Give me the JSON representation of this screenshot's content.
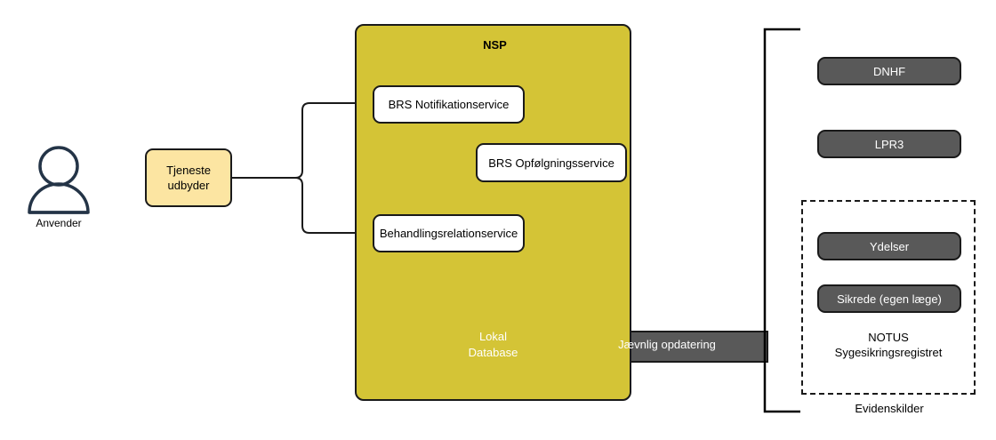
{
  "diagram": {
    "actor": {
      "icon": "person-icon",
      "label": "Anvender"
    },
    "service_provider": {
      "label_line1": "Tjeneste",
      "label_line2": "udbyder"
    },
    "nsp": {
      "title": "NSP",
      "services": [
        {
          "id": "notifikation",
          "label": "BRS Notifikationservice"
        },
        {
          "id": "opfoelgning",
          "label": "BRS Opfølgningsservice",
          "icon": "clock-icon"
        },
        {
          "id": "behandlingsrelation",
          "label": "Behandlingsrelationservice"
        }
      ],
      "database": {
        "icon": "database-cylinder-icon",
        "label_line1": "Lokal",
        "label_line2": "Database"
      }
    },
    "update_arrow": {
      "label": "Jævnlig opdatering",
      "direction": "left"
    },
    "evidence": {
      "bracket_label": "Evidenskilder",
      "top_sources": [
        {
          "id": "dnhf",
          "label": "DNHF"
        },
        {
          "id": "lpr3",
          "label": "LPR3"
        }
      ],
      "notus_group": {
        "label_line1": "NOTUS",
        "label_line2": "Sygesikringsregistret",
        "items": [
          {
            "id": "ydelser",
            "label": "Ydelser"
          },
          {
            "id": "sikrede",
            "label": "Sikrede (egen læge)"
          }
        ]
      }
    },
    "colors": {
      "nsp_fill": "#D4C436",
      "service_fill": "#FFFFFF",
      "provider_fill": "#FCE5A2",
      "database_fill": "#27509B",
      "evidence_fill": "#595959",
      "stroke": "#1A1A1A",
      "actor_stroke": "#243447",
      "update_arrow_fill": "#595959"
    }
  }
}
